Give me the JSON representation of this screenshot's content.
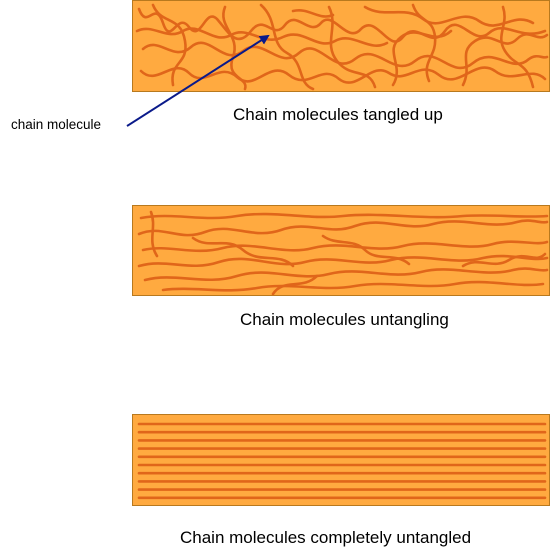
{
  "annotation": {
    "label": "chain molecule"
  },
  "panels": [
    {
      "caption": "Chain molecules tangled up",
      "state": "tangled"
    },
    {
      "caption": "Chain molecules untangling",
      "state": "untangling"
    },
    {
      "caption": "Chain molecules completely untangled",
      "state": "aligned"
    }
  ],
  "colors": {
    "panel_fill": "#FFAA40",
    "panel_border": "#B8791E",
    "chain_stroke": "#E0661A",
    "arrow": "#0A1A8A"
  },
  "icons": {
    "pointer": "arrow-icon"
  }
}
